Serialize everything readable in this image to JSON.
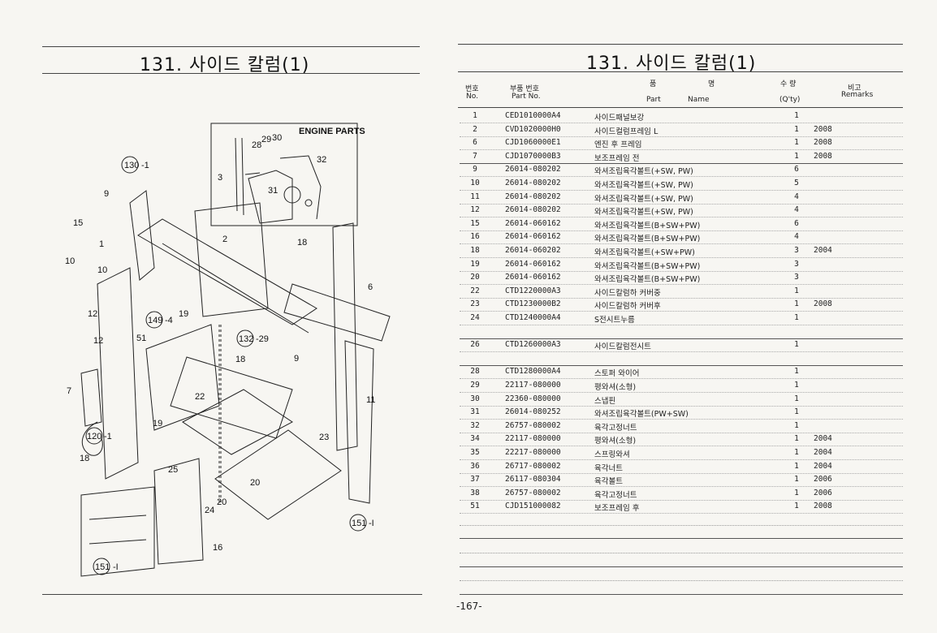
{
  "left": {
    "title": "131. 사이드 칼럼(1)",
    "diagram": {
      "inset_label": "ENGINE PARTS",
      "callouts": [
        "130",
        "-1",
        "9",
        "15",
        "1",
        "10",
        "10",
        "12",
        "12",
        "51",
        "7",
        "120",
        "-1",
        "18",
        "2",
        "18",
        "6",
        "149",
        "-4",
        "19",
        "132",
        "-29",
        "18",
        "9",
        "22",
        "11",
        "19",
        "23",
        "25",
        "20",
        "24",
        "20",
        "151",
        "-I",
        "16",
        "151",
        "-I",
        "29",
        "30",
        "28",
        "32",
        "3",
        "31"
      ]
    }
  },
  "right": {
    "title": "131. 사이드 칼럼(1)",
    "header": {
      "no_kr": "번호",
      "no_en": "No.",
      "part_kr": "부품 번호",
      "part_en": "Part   No.",
      "name_kr_1": "품",
      "name_kr_2": "명",
      "name_en_1": "Part",
      "name_en_2": "Name",
      "qty_kr": "수 량",
      "qty_en": "(Q'ty)",
      "remarks_kr": "비고",
      "remarks_en": "Remarks"
    },
    "rows": [
      {
        "no": "1",
        "part": "CED1010000A4",
        "name": "사이드패널보강",
        "qty": "1",
        "remarks": ""
      },
      {
        "no": "2",
        "part": "CVD1020000H0",
        "name": "사이드컬럼프레임 L",
        "qty": "1",
        "remarks": "2008"
      },
      {
        "no": "6",
        "part": "CJD1060000E1",
        "name": "엔진 후 프레임",
        "qty": "1",
        "remarks": "2008"
      },
      {
        "no": "7",
        "part": "CJD1070000B3",
        "name": "보조프레임 전",
        "qty": "1",
        "remarks": "2008"
      },
      {
        "no": "9",
        "part": "26014-080202",
        "name": "와셔조립육각볼트(+SW, PW)",
        "qty": "6",
        "remarks": ""
      },
      {
        "no": "10",
        "part": "26014-080202",
        "name": "와셔조립육각볼트(+SW, PW)",
        "qty": "5",
        "remarks": ""
      },
      {
        "no": "11",
        "part": "26014-080202",
        "name": "와셔조립육각볼트(+SW, PW)",
        "qty": "4",
        "remarks": ""
      },
      {
        "no": "12",
        "part": "26014-080202",
        "name": "와셔조립육각볼트(+SW, PW)",
        "qty": "4",
        "remarks": ""
      },
      {
        "no": "15",
        "part": "26014-060162",
        "name": "와셔조립육각볼트(B+SW+PW)",
        "qty": "6",
        "remarks": ""
      },
      {
        "no": "16",
        "part": "26014-060162",
        "name": "와셔조립육각볼트(B+SW+PW)",
        "qty": "4",
        "remarks": ""
      },
      {
        "no": "18",
        "part": "26014-060202",
        "name": "와셔조립육각볼트(+SW+PW)",
        "qty": "3",
        "remarks": "2004"
      },
      {
        "no": "19",
        "part": "26014-060162",
        "name": "와셔조립육각볼트(B+SW+PW)",
        "qty": "3",
        "remarks": ""
      },
      {
        "no": "20",
        "part": "26014-060162",
        "name": "와셔조립육각볼트(B+SW+PW)",
        "qty": "3",
        "remarks": ""
      },
      {
        "no": "22",
        "part": "CTD1220000A3",
        "name": "사이드칼럼하 커버중",
        "qty": "1",
        "remarks": ""
      },
      {
        "no": "23",
        "part": "CTD1230000B2",
        "name": "사이드칼럼하 커버후",
        "qty": "1",
        "remarks": "2008"
      },
      {
        "no": "24",
        "part": "CTD1240000A4",
        "name": "S전시트누름",
        "qty": "1",
        "remarks": ""
      },
      {
        "no": "",
        "part": "",
        "name": "",
        "qty": "",
        "remarks": ""
      },
      {
        "no": "26",
        "part": "CTD1260000A3",
        "name": "사이드칼럼전시트",
        "qty": "1",
        "remarks": ""
      },
      {
        "no": "",
        "part": "",
        "name": "",
        "qty": "",
        "remarks": ""
      },
      {
        "no": "28",
        "part": "CTD1280000A4",
        "name": "스토퍼 와이어",
        "qty": "1",
        "remarks": ""
      },
      {
        "no": "29",
        "part": "22117-080000",
        "name": "평와셔(소형)",
        "qty": "1",
        "remarks": ""
      },
      {
        "no": "30",
        "part": "22360-080000",
        "name": "스냅핀",
        "qty": "1",
        "remarks": ""
      },
      {
        "no": "31",
        "part": "26014-080252",
        "name": "와셔조립육각볼트(PW+SW)",
        "qty": "1",
        "remarks": ""
      },
      {
        "no": "32",
        "part": "26757-080002",
        "name": "육각고정너트",
        "qty": "1",
        "remarks": ""
      },
      {
        "no": "34",
        "part": "22117-080000",
        "name": "평와셔(소형)",
        "qty": "1",
        "remarks": "2004"
      },
      {
        "no": "35",
        "part": "22217-080000",
        "name": "스프링와셔",
        "qty": "1",
        "remarks": "2004"
      },
      {
        "no": "36",
        "part": "26717-080002",
        "name": "육각너트",
        "qty": "1",
        "remarks": "2004"
      },
      {
        "no": "37",
        "part": "26117-080304",
        "name": "육각볼트",
        "qty": "1",
        "remarks": "2006"
      },
      {
        "no": "38",
        "part": "26757-080002",
        "name": "육각고정너트",
        "qty": "1",
        "remarks": "2006"
      },
      {
        "no": "51",
        "part": "CJD151000082",
        "name": "보조프레임 후",
        "qty": "1",
        "remarks": "2008"
      }
    ],
    "page_number": "-167-"
  }
}
